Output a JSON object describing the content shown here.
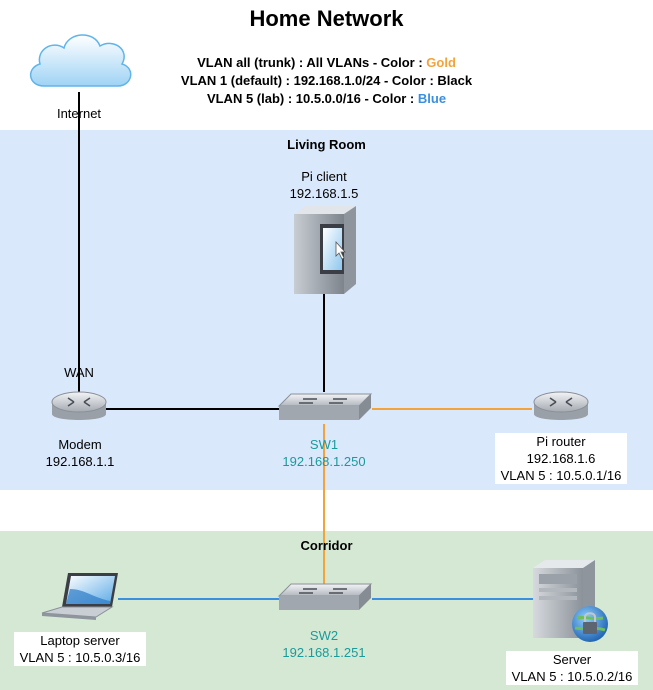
{
  "title": "Home Network",
  "legend": {
    "trunk_prefix": "VLAN all (trunk) : All VLANs - Color : ",
    "trunk_color_name": "Gold",
    "vlan1": "VLAN 1 (default) : 192.168.1.0/24 - Color : Black",
    "vlan5_prefix": "VLAN 5 (lab) : 10.5.0.0/16 - Color : ",
    "vlan5_color_name": "Blue"
  },
  "colors": {
    "gold": "#f4a23a",
    "black": "#000000",
    "blue": "#3a8fe0",
    "living_room_bg": "#dae8fc",
    "corridor_bg": "#d5e8d4",
    "switch_label": "#1a9b9b"
  },
  "zones": {
    "living_room": "Living Room",
    "corridor": "Corridor"
  },
  "nodes": {
    "internet": {
      "name": "Internet",
      "icon": "cloud-icon"
    },
    "pi_client": {
      "name": "Pi client",
      "ip": "192.168.1.5",
      "icon": "workstation-icon"
    },
    "modem": {
      "name": "Modem",
      "ip": "192.168.1.1",
      "port_label": "WAN",
      "icon": "router-icon"
    },
    "sw1": {
      "name": "SW1",
      "ip": "192.168.1.250",
      "icon": "switch-icon"
    },
    "pi_router": {
      "name": "Pi router",
      "ip": "192.168.1.6",
      "vlan": "VLAN 5 : 10.5.0.1/16",
      "icon": "router-icon"
    },
    "laptop_server": {
      "name": "Laptop server",
      "vlan": "VLAN 5 : 10.5.0.3/16",
      "icon": "laptop-icon"
    },
    "sw2": {
      "name": "SW2",
      "ip": "192.168.1.251",
      "icon": "switch-icon"
    },
    "server": {
      "name": "Server",
      "vlan": "VLAN 5 : 10.5.0.2/16",
      "icon": "secure-server-icon"
    }
  }
}
